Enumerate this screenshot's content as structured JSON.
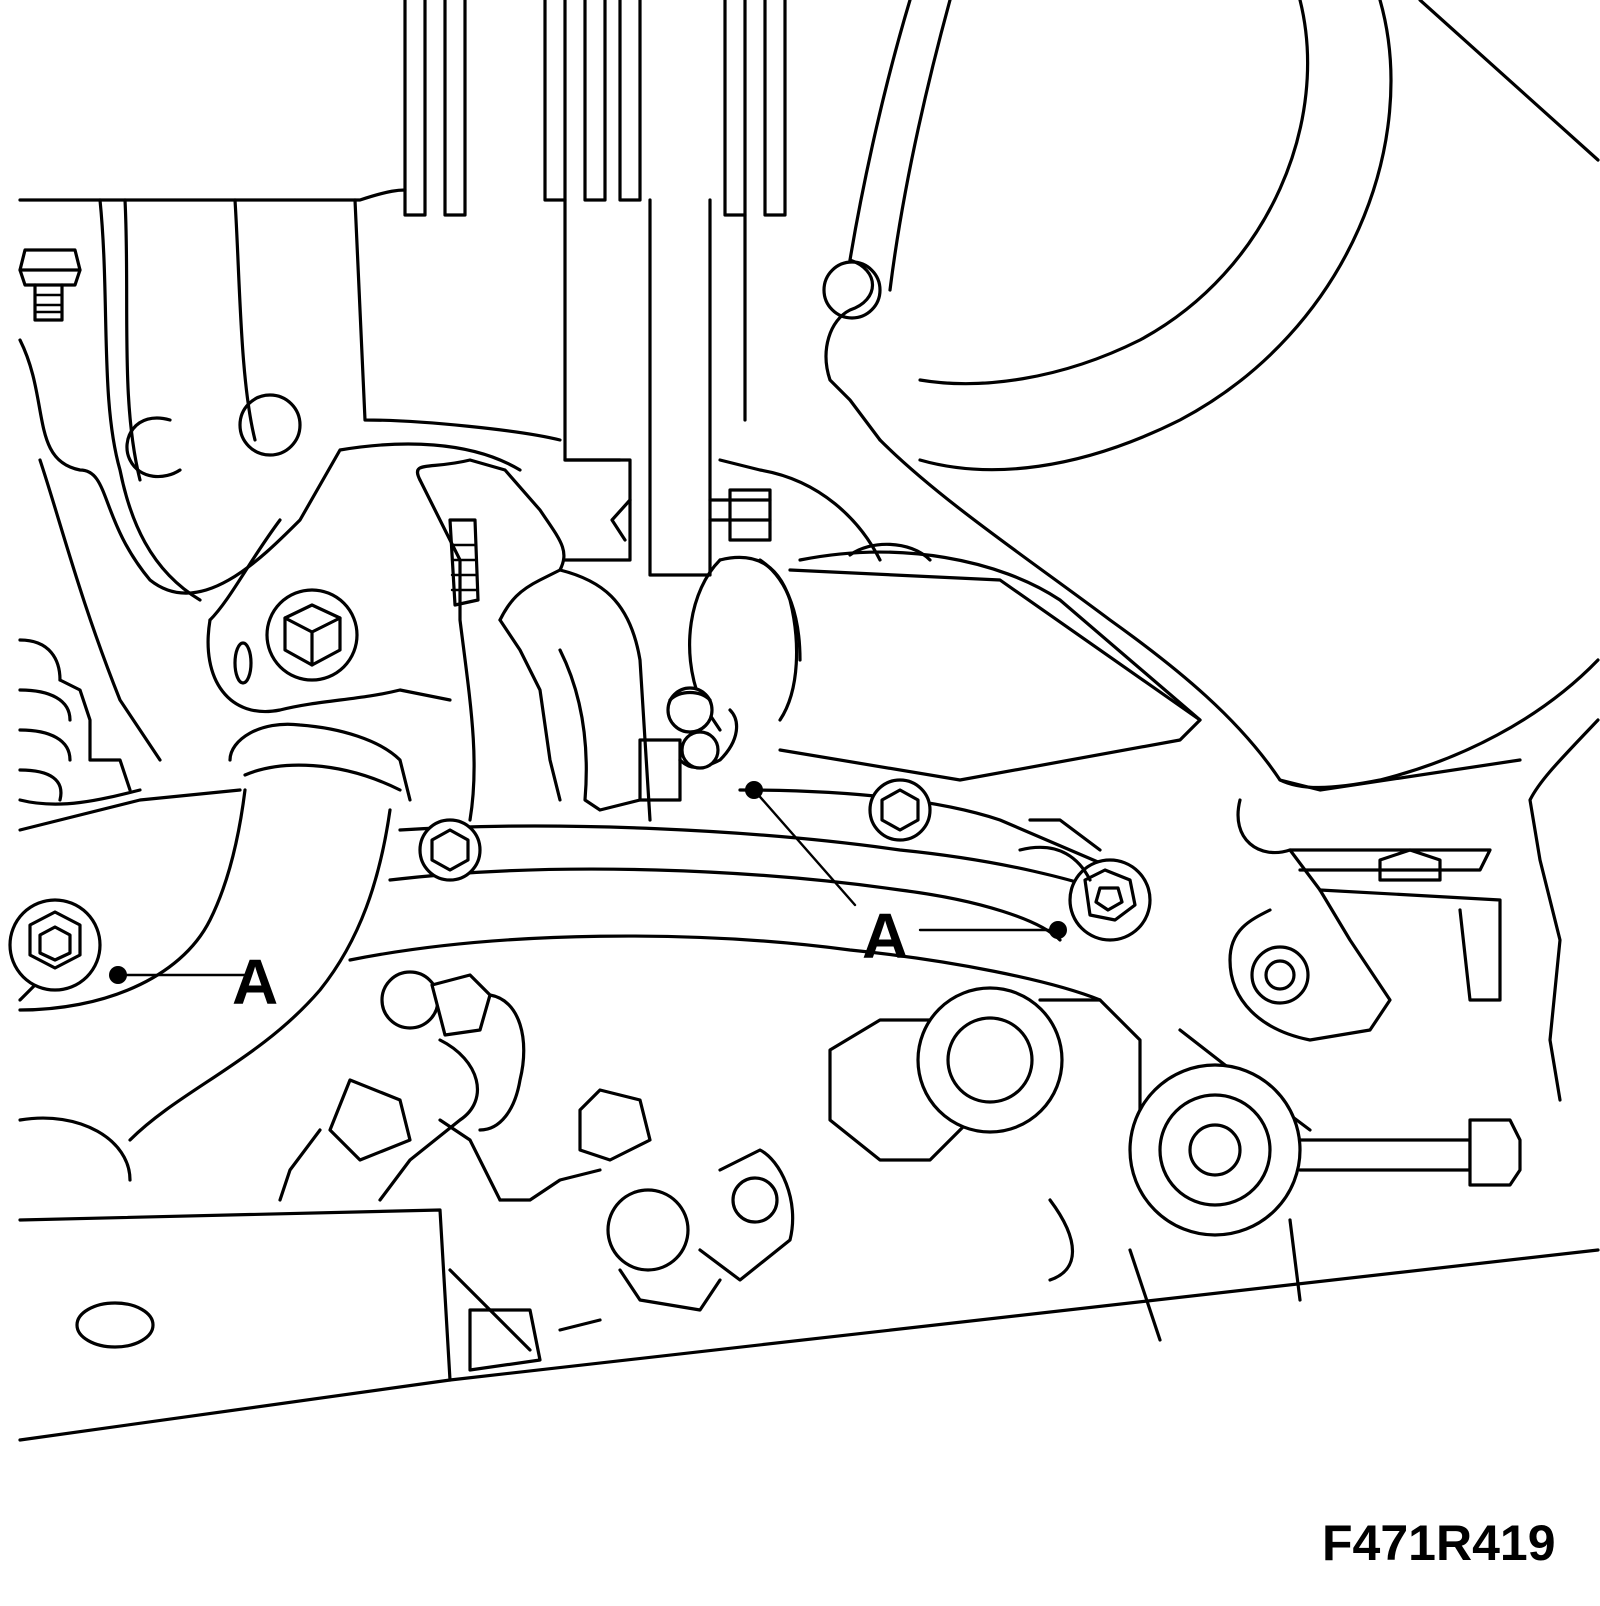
{
  "callouts": [
    {
      "label": "A"
    },
    {
      "label": "A"
    }
  ],
  "figure_ref": "F471R419"
}
